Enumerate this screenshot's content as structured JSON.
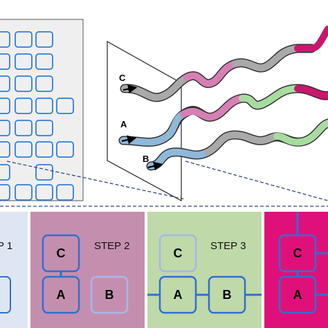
{
  "tracks": {
    "c_label": "C",
    "a_label": "A",
    "b_label": "B"
  },
  "steps": [
    {
      "title": "P 1",
      "fill": "#dfe6f3"
    },
    {
      "title": "STEP 2",
      "fill": "#c48fae",
      "box_top": "C",
      "box_mid": "A",
      "box_right": "B"
    },
    {
      "title": "STEP 3",
      "fill": "#bfd9a8",
      "box_top": "C",
      "box_mid": "A",
      "box_right": "B"
    },
    {
      "title": "",
      "fill": "#e0107a",
      "box_top": "C",
      "box_mid": "A"
    }
  ],
  "colors": {
    "grey": "#a9a9a9",
    "pink": "#d77fb5",
    "magenta": "#c8176e",
    "green": "#a7dca0",
    "blue": "#8fb8d9",
    "box_stroke": "#2f6fd0"
  }
}
